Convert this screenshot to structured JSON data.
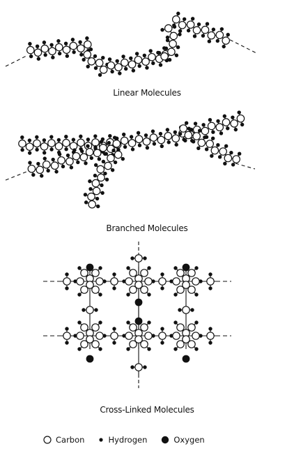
{
  "captions": {
    "linear": "Linear Molecules",
    "branched": "Branched Molecules",
    "crosslinked": "Cross-Linked Molecules"
  },
  "legend": {
    "carbon": "Carbon",
    "hydrogen": "Hydrogen",
    "oxygen": "Oxygen"
  },
  "colors": {
    "ink": "#111111",
    "paper": "#ffffff"
  }
}
